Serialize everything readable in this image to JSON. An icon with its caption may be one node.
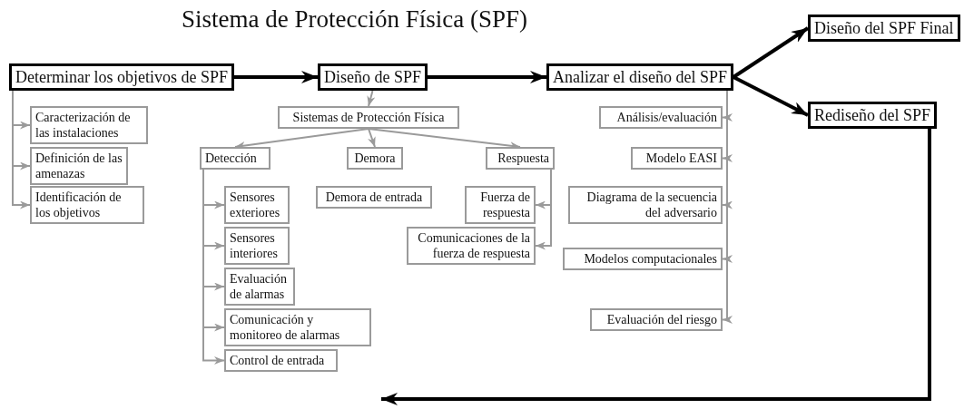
{
  "diagram": {
    "title": "Sistema de Protección Física (SPF)",
    "nodes": [
      {
        "text": [
          "Determinar los objetivos de SPF"
        ]
      },
      {
        "text": [
          "Caracterización de las instalaciones"
        ]
      },
      {
        "text": [
          "Definición de las amenazas"
        ]
      },
      {
        "text": [
          "Identificación de los objetivos"
        ]
      },
      {
        "text": [
          "Diseño de SPF"
        ]
      },
      {
        "text": [
          "Sistemas de Protección Física"
        ]
      },
      {
        "text": [
          "Detección"
        ]
      },
      {
        "text": [
          "Demora"
        ]
      },
      {
        "text": [
          "Respuesta"
        ]
      },
      {
        "text": [
          "Sensores exteriores"
        ]
      },
      {
        "text": [
          "Sensores interiores"
        ]
      },
      {
        "text": [
          "Evaluación de alarmas"
        ]
      },
      {
        "text": [
          "Comunicación y monitoreo de alarmas"
        ]
      },
      {
        "text": [
          "Control de entrada"
        ]
      },
      {
        "text": [
          "Demora de entrada"
        ]
      },
      {
        "text": [
          "Fuerza de respuesta"
        ]
      },
      {
        "text": [
          "Comunicaciones de la fuerza de respuesta"
        ]
      },
      {
        "text": [
          "Analizar el diseño del SPF"
        ]
      },
      {
        "text": [
          "Análisis/evaluación"
        ]
      },
      {
        "text": [
          "Modelo EASI"
        ]
      },
      {
        "text": [
          "Diagrama de la secuencia del adversario"
        ]
      },
      {
        "text": [
          "Modelos computacionales"
        ]
      },
      {
        "text": [
          "Evaluación del riesgo"
        ]
      },
      {
        "text": [
          "Diseño del SPF Final"
        ]
      },
      {
        "text": [
          "Rediseño del SPF"
        ]
      }
    ],
    "edges": [
      {
        "from": 0,
        "to": 4,
        "arrow": "to",
        "style": "thick",
        "color": "#000000"
      },
      {
        "from": 4,
        "to": 17,
        "arrow": "to",
        "style": "thick",
        "color": "#000000"
      },
      {
        "from": 17,
        "to": 23,
        "arrow": "to",
        "style": "thick",
        "color": "#000000"
      },
      {
        "from": 17,
        "to": 24,
        "arrow": "to",
        "style": "thick",
        "color": "#000000"
      },
      {
        "from": 24,
        "to": null,
        "arrow": "to",
        "style": "thick",
        "color": "#000000"
      },
      {
        "from": 0,
        "to": 1,
        "arrow": "to"
      },
      {
        "from": 0,
        "to": 2,
        "arrow": "to"
      },
      {
        "from": 0,
        "to": 3,
        "arrow": "to"
      },
      {
        "from": 4,
        "to": 5,
        "arrow": "to"
      },
      {
        "from": 5,
        "to": 6,
        "arrow": "to"
      },
      {
        "from": 5,
        "to": 7,
        "arrow": "to"
      },
      {
        "from": 5,
        "to": 8,
        "arrow": "to"
      },
      {
        "from": 6,
        "to": 9,
        "arrow": "to"
      },
      {
        "from": 6,
        "to": 10,
        "arrow": "to"
      },
      {
        "from": 6,
        "to": 11,
        "arrow": "to"
      },
      {
        "from": 6,
        "to": 12,
        "arrow": "to"
      },
      {
        "from": 6,
        "to": 13,
        "arrow": "to"
      },
      {
        "from": 8,
        "to": 15,
        "arrow": "to"
      },
      {
        "from": 8,
        "to": 16,
        "arrow": "to"
      },
      {
        "from": 17,
        "to": 18,
        "arrow": "to"
      },
      {
        "from": 17,
        "to": 19,
        "arrow": "to"
      },
      {
        "from": 17,
        "to": 20,
        "arrow": "to"
      },
      {
        "from": 17,
        "to": 21,
        "arrow": "to"
      },
      {
        "from": 17,
        "to": 22,
        "arrow": "to"
      }
    ]
  }
}
